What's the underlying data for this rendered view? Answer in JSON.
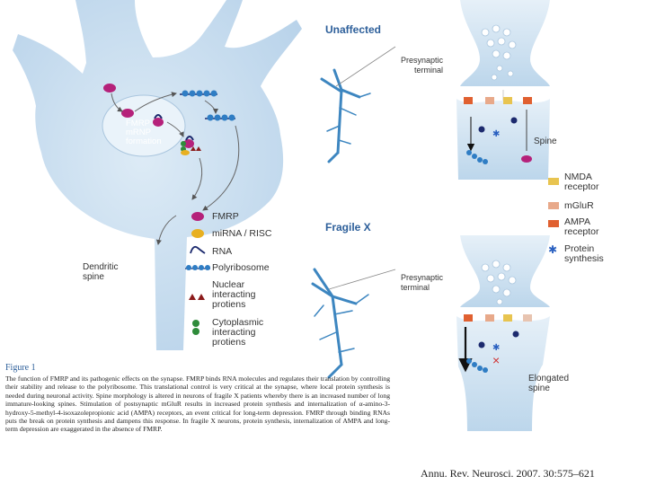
{
  "cell": {
    "formation_label": "FMRP\nmRNP\nformation",
    "dendritic_spine_label": "Dendritic\nspine"
  },
  "legend_left": [
    {
      "icon": "fmrp-icon",
      "label": "FMRP",
      "color": "#b5217a"
    },
    {
      "icon": "mirna-risc-icon",
      "label": "miRNA / RISC",
      "color": "#e8b021"
    },
    {
      "icon": "rna-icon",
      "label": "RNA",
      "color": "#1c2a6e"
    },
    {
      "icon": "polyribosome-icon",
      "label": "Polyribosome",
      "color": "#2f7dc4"
    },
    {
      "icon": "nuclear-proteins-icon",
      "label": "Nuclear\ninteracting\nprotiens",
      "color": "#8b1a1a"
    },
    {
      "icon": "cytoplasmic-proteins-icon",
      "label": "Cytoplasmic\ninteracting\nprotiens",
      "color": "#2e8b3a"
    }
  ],
  "unaffected": {
    "title": "Unaffected",
    "presynaptic_label": "Presynaptic\nterminal",
    "spine_label": "Spine"
  },
  "fragile_x": {
    "title": "Fragile X",
    "presynaptic_label": "Presynaptic\nterminal",
    "spine_label": "Elongated\nspine"
  },
  "legend_right": [
    {
      "icon": "nmda-receptor-icon",
      "label": "NMDA\nreceptor",
      "color": "#e8c450"
    },
    {
      "icon": "mglur-icon",
      "label": "mGluR",
      "color": "#e8a98a"
    },
    {
      "icon": "ampa-receptor-icon",
      "label": "AMPA\nreceptor",
      "color": "#e06030"
    },
    {
      "icon": "protein-synthesis-icon",
      "label": "Protein\nsynthesis",
      "color": "#2a60c0"
    }
  ],
  "caption": {
    "title": "Figure 1",
    "text": "The function of FMRP and its pathogenic effects on the synapse. FMRP binds RNA molecules and regulates their translation by controlling their stability and release to the polyribosome. This translational control is very critical at the synapse, where local protein synthesis is needed during neuronal activity. Spine morphology is altered in neurons of fragile X patients whereby there is an increased number of long immature-looking spines. Stimulation of postsynaptic mGluR results in increased protein synthesis and internalization of α-amino-3-hydroxy-5-methyl-4-isoxazolepropionic acid (AMPA) receptors, an event critical for long-term depression. FMRP through binding RNAs puts the break on protein synthesis and dampens this response. In fragile X neurons, protein synthesis, internalization of AMPA and long-term depression are exaggerated in the absence of FMRP."
  },
  "citation": "Annu. Rev. Neurosci. 2007. 30:575–621",
  "colors": {
    "cell_fill": "#c9dff0",
    "cell_light": "#ddebf6",
    "title_blue": "#2d5f9a",
    "neuron_blue": "#3d86c0"
  }
}
